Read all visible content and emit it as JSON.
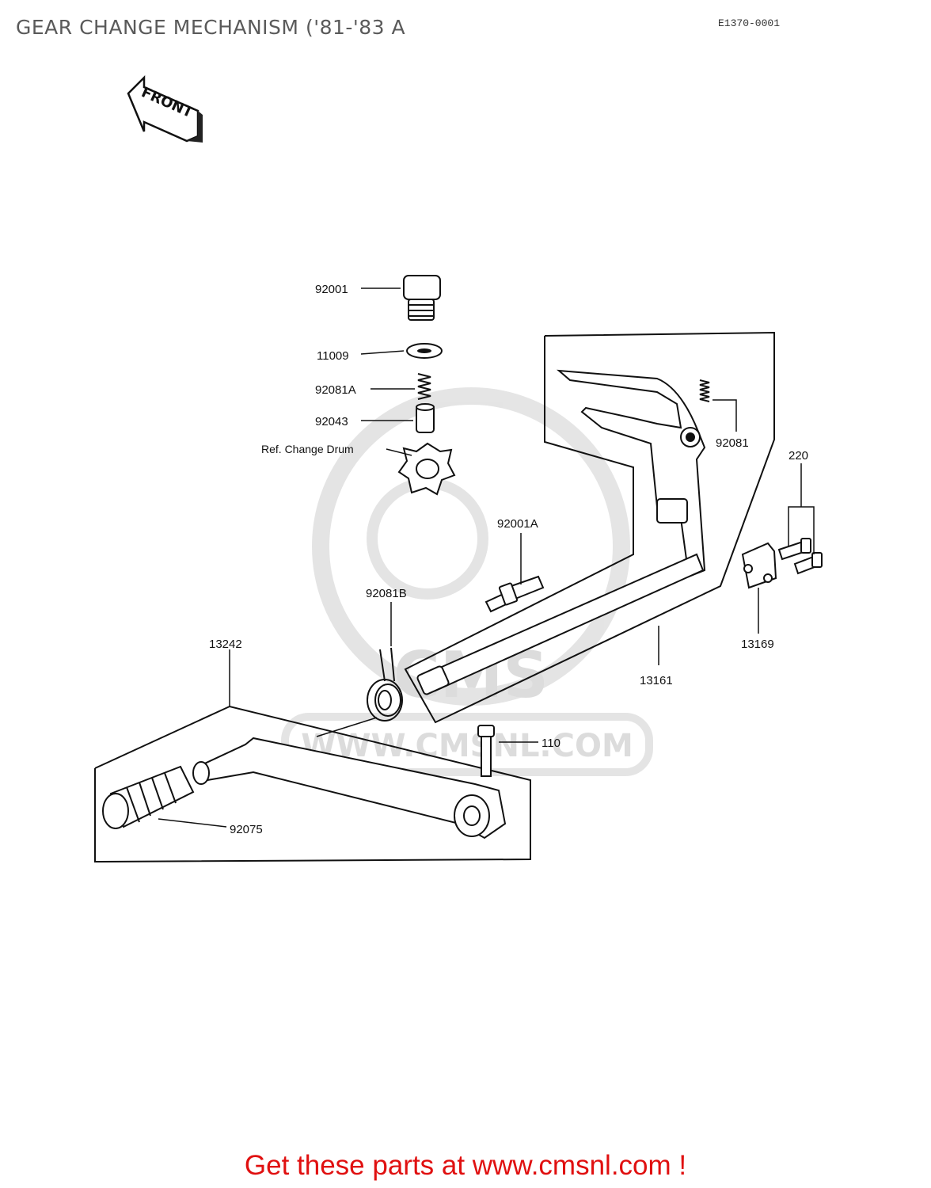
{
  "header": {
    "title": "GEAR CHANGE MECHANISM ('81-'83 A",
    "ref_code": "E1370-0001"
  },
  "diagram": {
    "front_arrow_label": "FRONT",
    "watermark": "WWW.CMSNL.COM",
    "watermark_logo_text": "CMS",
    "parts": [
      {
        "part_no": "92001"
      },
      {
        "part_no": "11009"
      },
      {
        "part_no": "92081A"
      },
      {
        "part_no": "92043"
      },
      {
        "part_no": "Ref. Change Drum"
      },
      {
        "part_no": "92081"
      },
      {
        "part_no": "220"
      },
      {
        "part_no": "92001A"
      },
      {
        "part_no": "92081B"
      },
      {
        "part_no": "13169"
      },
      {
        "part_no": "13161"
      },
      {
        "part_no": "13242"
      },
      {
        "part_no": "110"
      },
      {
        "part_no": "92075"
      }
    ]
  },
  "footer": {
    "cta_text": "Get these parts at www.cmsnl.com !"
  }
}
